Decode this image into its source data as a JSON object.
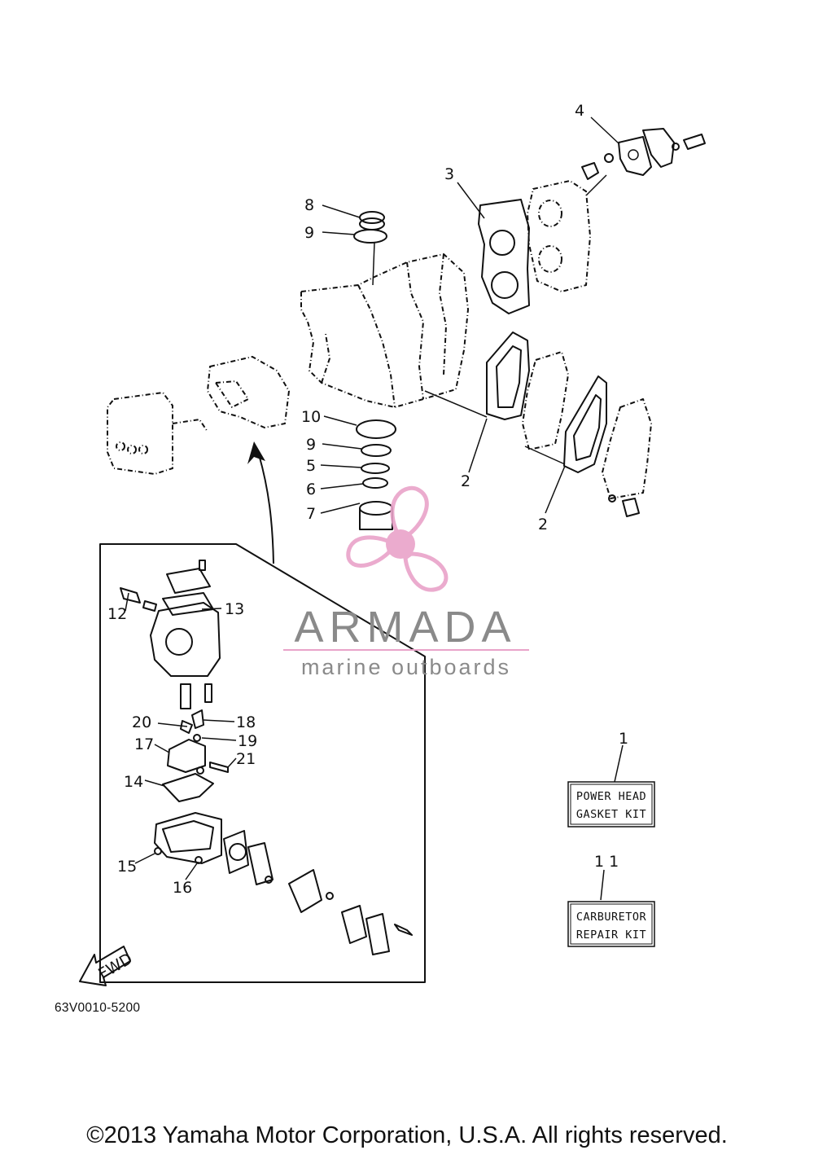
{
  "diagram": {
    "code": "63V0010-5200",
    "copyright": "©2013 Yamaha Motor Corporation, U.S.A. All rights reserved.",
    "fwd_label": "FWD",
    "callouts": {
      "c1": "1",
      "c2a": "2",
      "c2b": "2",
      "c3": "3",
      "c4": "4",
      "c5": "5",
      "c6": "6",
      "c7": "7",
      "c8": "8",
      "c9a": "9",
      "c9b": "9",
      "c10": "10",
      "c11": "11",
      "c12": "12",
      "c13": "13",
      "c14": "14",
      "c15": "15",
      "c16": "16",
      "c17": "17",
      "c18": "18",
      "c19": "19",
      "c20": "20",
      "c21": "21"
    },
    "kits": {
      "power_head_line1": "POWER HEAD",
      "power_head_line2": "GASKET KIT",
      "carburetor_line1": "CARBURETOR",
      "carburetor_line2": "REPAIR KIT"
    }
  },
  "watermark": {
    "brand": "ARMADA",
    "tagline": "marine outboards",
    "accent_color": "#e9a3c9",
    "text_color": "#8a8a8a",
    "icon": "propeller-icon"
  }
}
